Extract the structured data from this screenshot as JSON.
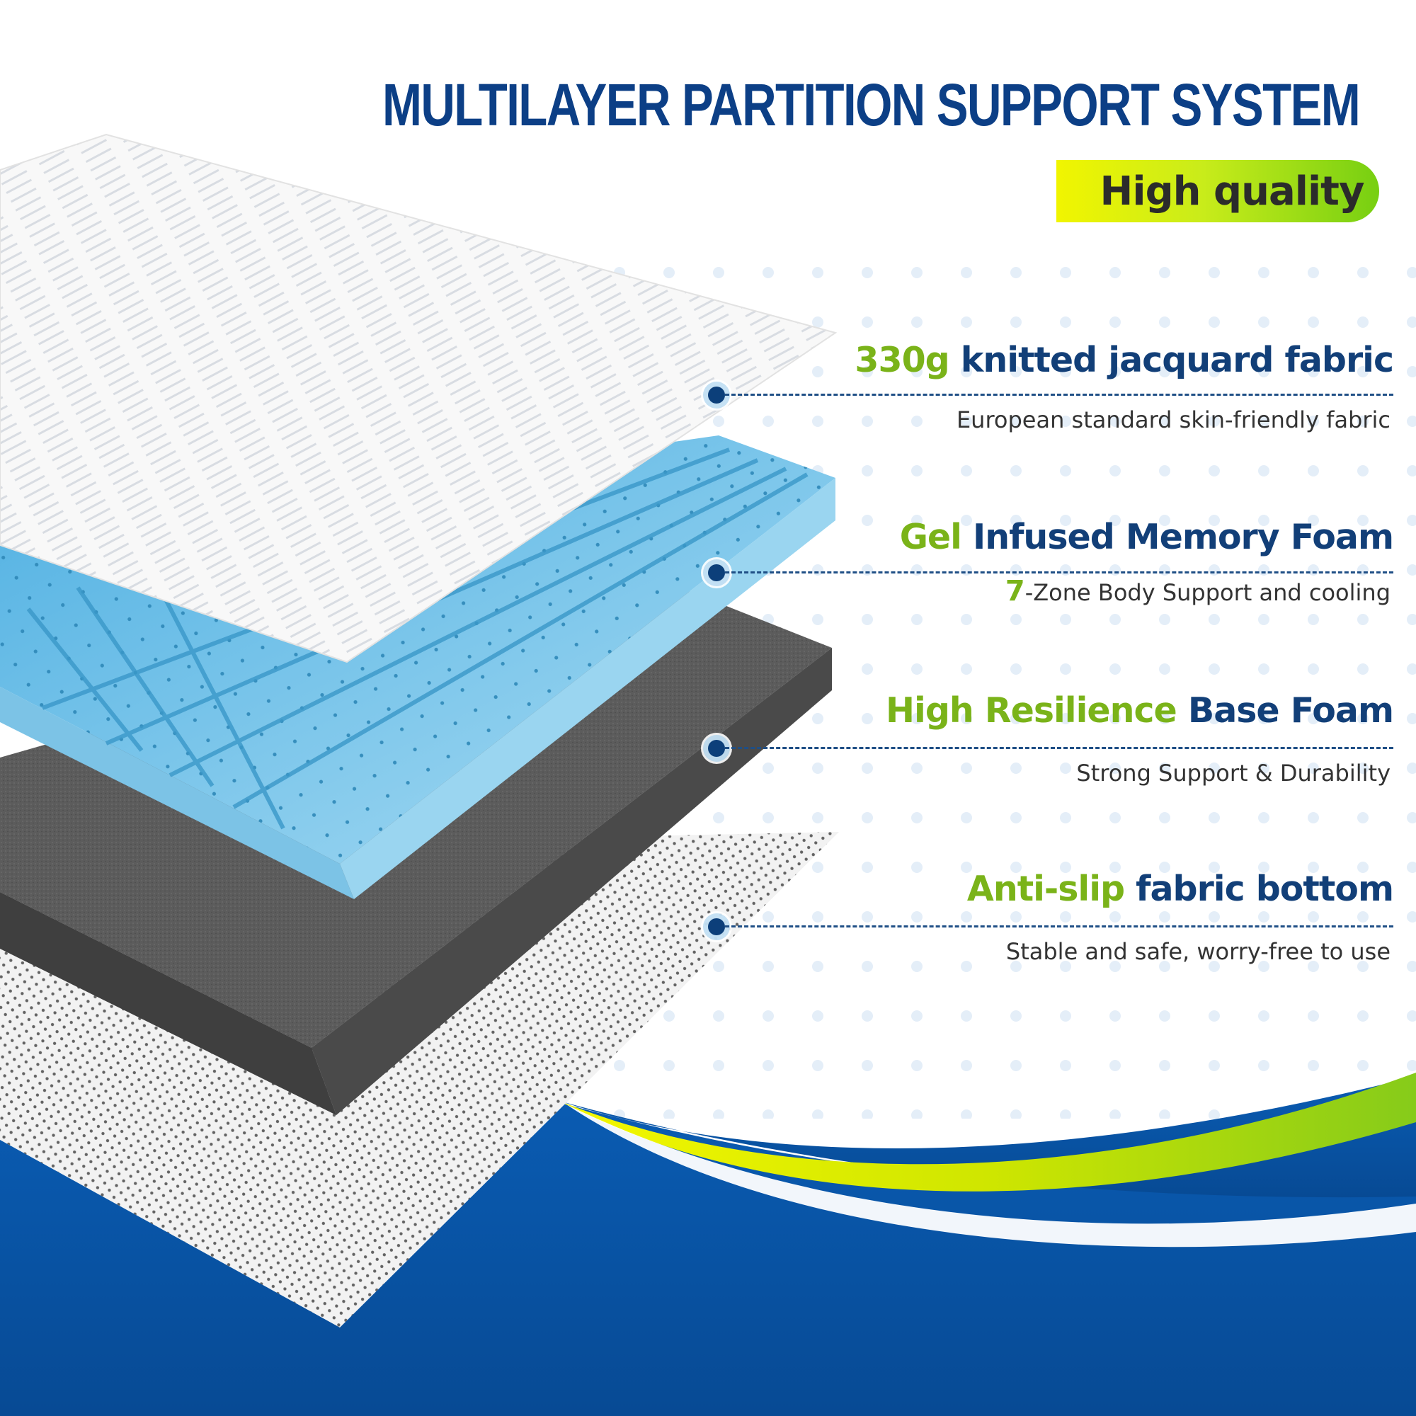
{
  "header": {
    "title": "MULTILAYER PARTITION SUPPORT SYSTEM",
    "badge": "High quality"
  },
  "layers": [
    {
      "heading_accent": "330g",
      "heading_rest": " knitted jacquard fabric",
      "subtitle_accent": "",
      "subtitle_rest": "European standard skin-friendly fabric"
    },
    {
      "heading_accent": "Gel",
      "heading_rest": " Infused Memory Foam",
      "subtitle_accent": "7",
      "subtitle_rest": "-Zone Body Support and cooling"
    },
    {
      "heading_accent": "High Resilience",
      "heading_rest": " Base Foam",
      "subtitle_accent": "",
      "subtitle_rest": "Strong Support & Durability"
    },
    {
      "heading_accent": "Anti-slip",
      "heading_rest": " fabric bottom",
      "subtitle_accent": "",
      "subtitle_rest": "Stable and safe, worry-free to use"
    }
  ],
  "colors": {
    "title_blue": "#0c3f86",
    "heading_blue": "#123f78",
    "accent_green": "#7ab319",
    "badge_yellow": "#f1f500",
    "badge_green": "#77cf12",
    "wave_blue": "#0752a3",
    "gel_foam_blue": "#8fd0ef",
    "base_foam_gray": "#5a5a5a"
  }
}
